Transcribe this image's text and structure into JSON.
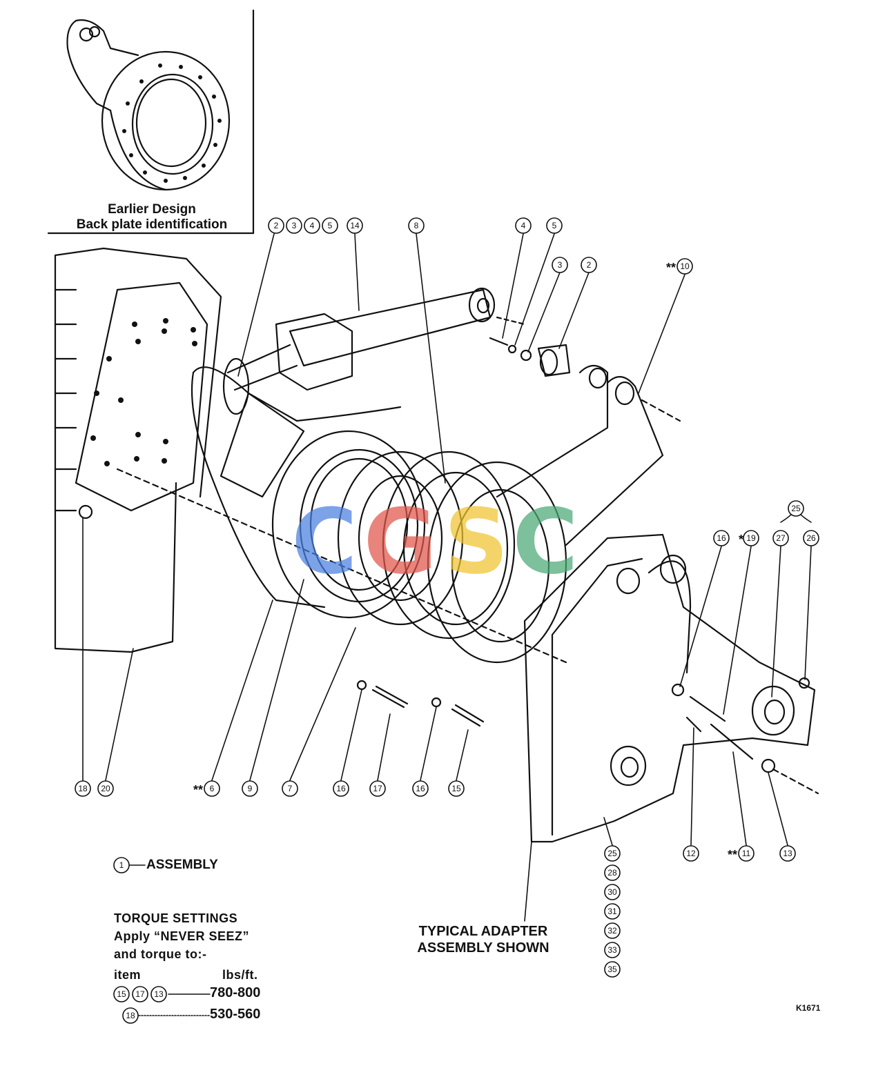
{
  "inset": {
    "caption_line1": "Earlier Design",
    "caption_line2": "Back plate identification"
  },
  "legend": {
    "assembly_number": "1",
    "assembly_label": "ASSEMBLY"
  },
  "torque": {
    "title": "TORQUE SETTINGS",
    "line2": "Apply “NEVER SEEZ”",
    "line3": "and torque to:-",
    "col_item": "item",
    "col_unit": "lbs/ft.",
    "rows": [
      {
        "items": [
          "15",
          "17",
          "13"
        ],
        "value": "780-800"
      },
      {
        "items": [
          "18"
        ],
        "value": "530-560"
      }
    ]
  },
  "note": {
    "line1": "TYPICAL ADAPTER",
    "line2": "ASSEMBLY SHOWN"
  },
  "figure_code": "K1671",
  "watermark": {
    "letters": [
      "C",
      "G",
      "S",
      "C"
    ],
    "colors": [
      "#4a7fe0",
      "#e0554a",
      "#f0c430",
      "#4aa877"
    ]
  },
  "callouts": {
    "top_group": [
      "2",
      "3",
      "4",
      "5"
    ],
    "top_14": "14",
    "top_8": "8",
    "top_4": "4",
    "top_5": "5",
    "top_3": "3",
    "top_2": "2",
    "top_10": "10",
    "b_18": "18",
    "b_20": "20",
    "b_6": "6",
    "b_9": "9",
    "b_7": "7",
    "b_16a": "16",
    "b_17": "17",
    "b_16b": "16",
    "b_15": "15",
    "r_25": "25",
    "r_27": "27",
    "r_26": "26",
    "r_16": "16",
    "r_19": "19",
    "r_12": "12",
    "r_11": "11",
    "r_13": "13",
    "stack": [
      "25",
      "28",
      "30",
      "31",
      "32",
      "33",
      "35"
    ],
    "double_star": "**",
    "single_star": "*"
  }
}
